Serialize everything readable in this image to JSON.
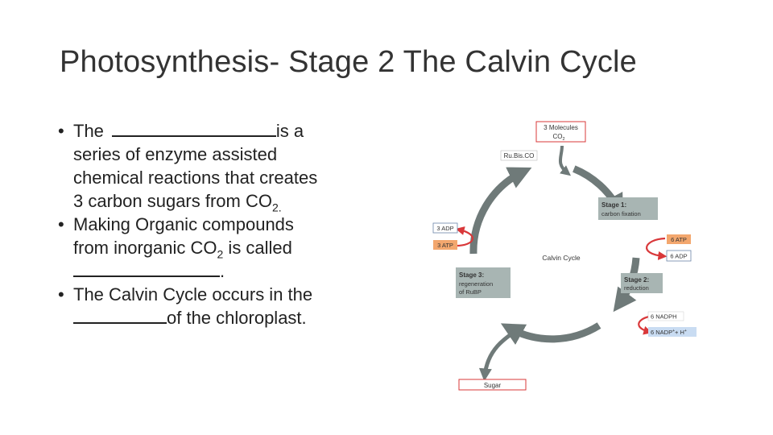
{
  "slide": {
    "title": "Photosynthesis- Stage 2 The Calvin Cycle",
    "bullet_symbol": "•",
    "bullets": [
      {
        "lead": "The",
        "blank_after_lead": true,
        "lines": [
          "is a",
          "series of enzyme assisted",
          "chemical reactions that creates",
          "3 carbon sugars from CO",
          "2.",
          ""
        ]
      },
      {
        "line1": "Making Organic compounds",
        "line2_pre": "from inorganic CO",
        "line2_sub": "2",
        "line2_post": " is called",
        "line3_post": "."
      },
      {
        "line1": "The Calvin Cycle occurs in the",
        "line2_post": "of the chloroplast."
      }
    ]
  },
  "diagram": {
    "center_label": "Calvin Cycle",
    "co2_box": {
      "line1": "3 Molecules",
      "line2": "CO",
      "line2_sub": "2"
    },
    "enzyme_label": "Ru.Bis.CO",
    "stage1": {
      "title": "Stage 1:",
      "subtitle": "carbon fixation"
    },
    "stage2": {
      "title": "Stage 2:",
      "subtitle": "reduction"
    },
    "stage3": {
      "title": "Stage 3:",
      "line2": "regeneration",
      "line3": "of RuBP"
    },
    "atp_6": "6 ATP",
    "adp_6": "6 ADP",
    "nadph_6": "6 NADPH",
    "nadp_6": "6 NADP",
    "nadp_sup": "+",
    "nadp_h": "+ H",
    "nadp_h_sup": "+",
    "adp_3": "3 ADP",
    "atp_3": "3 ATP",
    "sugar": "Sugar",
    "colors": {
      "cycle": "#6f7a79",
      "stage_box": "#a8b5b3",
      "red": "#d9383a",
      "atp_fill": "#f3a76e",
      "nadp_fill": "#c9dcf2"
    }
  }
}
